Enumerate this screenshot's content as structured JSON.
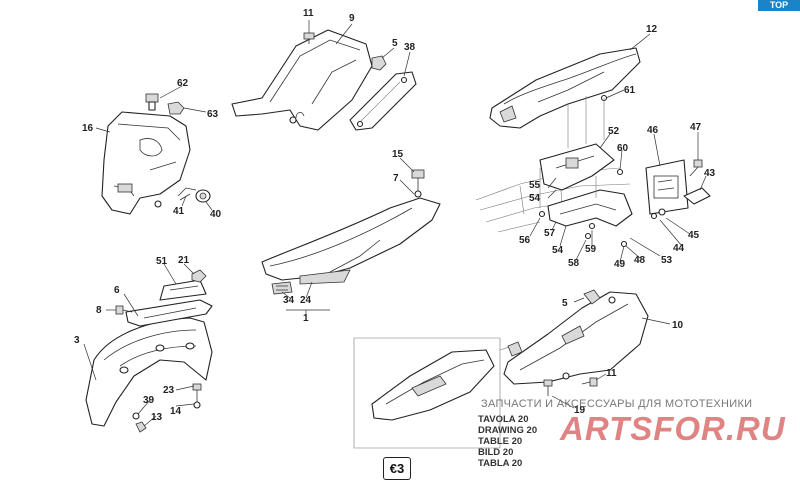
{
  "diagram": {
    "callouts": {
      "p1": "1",
      "p3": "3",
      "p5a": "5",
      "p5b": "5",
      "p6": "6",
      "p7": "7",
      "p8": "8",
      "p9": "9",
      "p10": "10",
      "p11a": "11",
      "p11b": "11",
      "p12": "12",
      "p13": "13",
      "p14": "14",
      "p15": "15",
      "p16": "16",
      "p19": "19",
      "p21": "21",
      "p23": "23",
      "p24": "24",
      "p34": "34",
      "p38": "38",
      "p39": "39",
      "p40": "40",
      "p41": "41",
      "p43": "43",
      "p44": "44",
      "p45": "45",
      "p46": "46",
      "p47": "47",
      "p48": "48",
      "p49": "49",
      "p51": "51",
      "p52": "52",
      "p53": "53",
      "p54a": "54",
      "p54b": "54",
      "p55": "55",
      "p56": "56",
      "p57": "57",
      "p58": "58",
      "p59": "59",
      "p60": "60",
      "p61": "61",
      "p62": "62",
      "p63": "63"
    },
    "caption_lines": [
      "TAVOLA 20",
      "DRAWING 20",
      "TABLE 20",
      "BILD 20",
      "TABLA 20"
    ],
    "euro_badge": "€3",
    "corner_tab": "TOP"
  },
  "watermark": {
    "text": "ЗАПЧАСТИ И АКСЕССУАРЫ ДЛЯ МОТОТЕХНИКИ",
    "logo": "ARTSFOR.RU"
  },
  "colors": {
    "line": "#222222",
    "watermark_red": "#c71e1e",
    "tab_blue": "#1a84c7",
    "background": "#ffffff"
  }
}
